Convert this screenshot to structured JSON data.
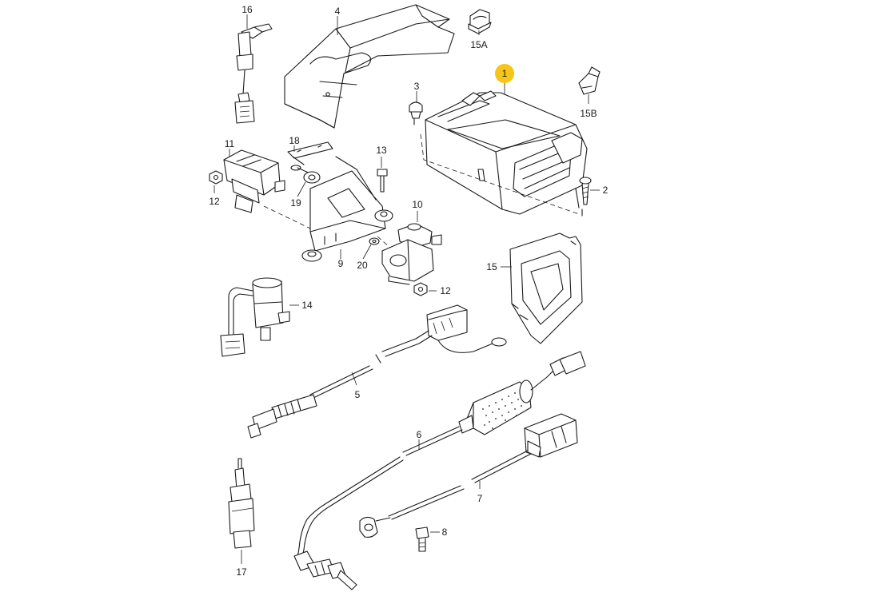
{
  "highlight_color": "#f5c518",
  "parts": [
    {
      "id": "p1",
      "label": "1",
      "highlighted": true
    },
    {
      "id": "p2",
      "label": "2"
    },
    {
      "id": "p3",
      "label": "3"
    },
    {
      "id": "p4",
      "label": "4"
    },
    {
      "id": "p5",
      "label": "5"
    },
    {
      "id": "p6",
      "label": "6"
    },
    {
      "id": "p7",
      "label": "7"
    },
    {
      "id": "p8",
      "label": "8"
    },
    {
      "id": "p9",
      "label": "9"
    },
    {
      "id": "p10",
      "label": "10"
    },
    {
      "id": "p11",
      "label": "11"
    },
    {
      "id": "p12a",
      "label": "12"
    },
    {
      "id": "p12b",
      "label": "12"
    },
    {
      "id": "p13",
      "label": "13"
    },
    {
      "id": "p14",
      "label": "14"
    },
    {
      "id": "p15",
      "label": "15"
    },
    {
      "id": "p15A",
      "label": "15A"
    },
    {
      "id": "p15B",
      "label": "15B"
    },
    {
      "id": "p16",
      "label": "16"
    },
    {
      "id": "p17",
      "label": "17"
    },
    {
      "id": "p18",
      "label": "18"
    },
    {
      "id": "p19",
      "label": "19"
    },
    {
      "id": "p20",
      "label": "20"
    }
  ]
}
